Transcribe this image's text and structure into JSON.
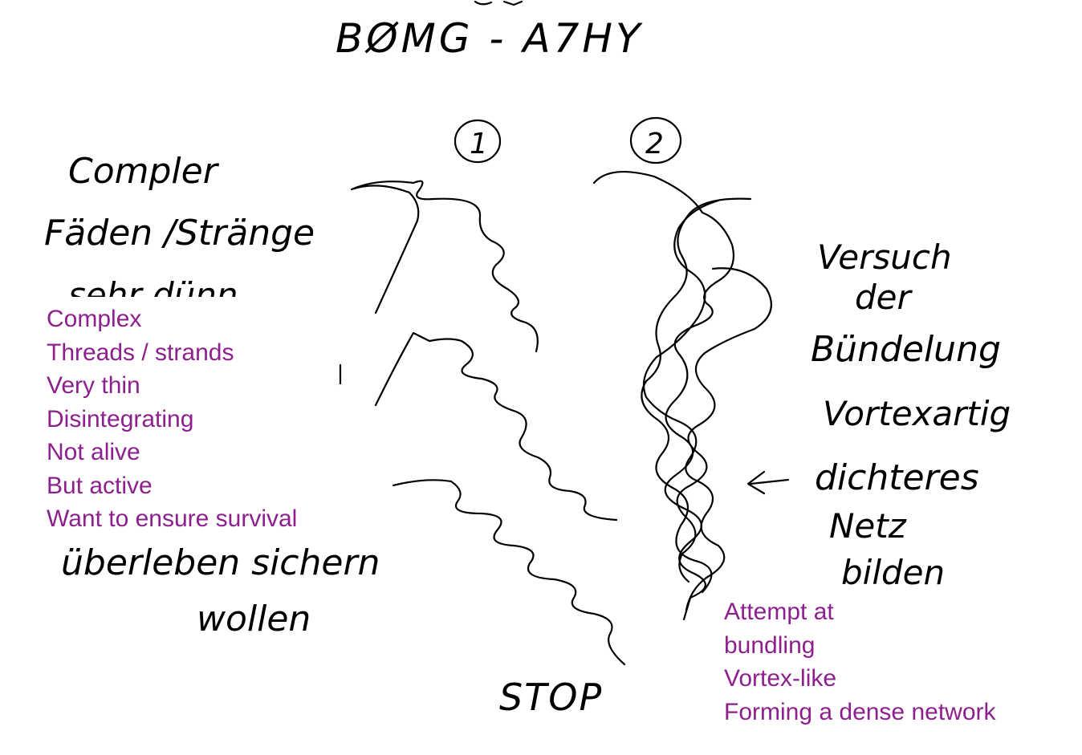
{
  "header": {
    "code": "BØMG - A7HY"
  },
  "markers": {
    "one": "1",
    "two": "2"
  },
  "handwritten_left": {
    "line1": "Compler",
    "line2": "Fäden /Stränge",
    "line3": "sehr dünn",
    "line4": "überleben sichern",
    "line5": "wollen"
  },
  "handwritten_right": {
    "line1": "Versuch",
    "line2": "der",
    "line3": "Bündelung",
    "line4": "Vortexartig",
    "line5": "dichteres",
    "line6": "Netz",
    "line7": "bilden",
    "arrow": "<-"
  },
  "stop_label": "STOP",
  "translations_left": [
    "Complex",
    "Threads / strands",
    "Very thin",
    "Disintegrating",
    "Not alive",
    "But active",
    "Want to ensure survival"
  ],
  "translations_right": [
    "Attempt at",
    "bundling",
    "Vortex-like",
    "Forming a dense network"
  ],
  "colors": {
    "ink": "#000000",
    "translation": "#8e1f8e",
    "background": "#ffffff"
  }
}
